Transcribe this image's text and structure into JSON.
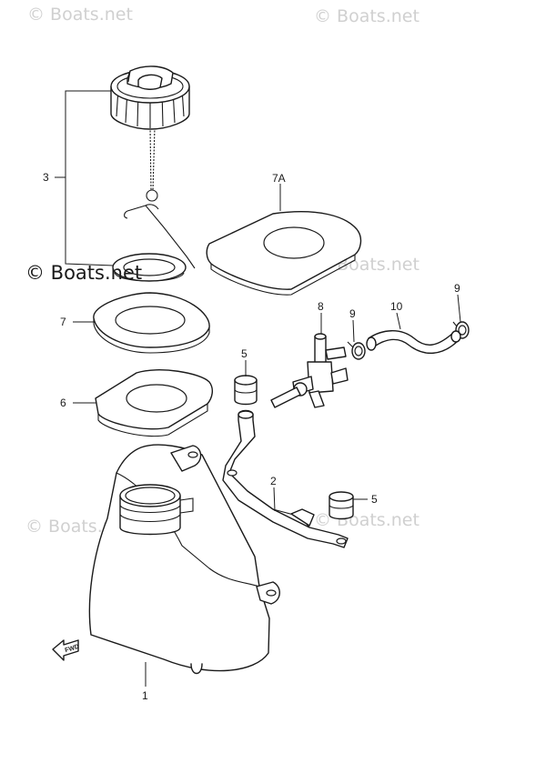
{
  "watermarks": {
    "top_left": "© Boats.net",
    "top_right": "© Boats.net",
    "main": "© Boats.net",
    "mid_right": "© Boats.net",
    "bottom_left": "© Boats.net",
    "bottom_right": "© Boats.net"
  },
  "callouts": {
    "p1": "1",
    "p2": "2",
    "p3": "3",
    "p5_upper": "5",
    "p5_lower": "5",
    "p6": "6",
    "p7": "7",
    "p7a": "7A",
    "p8": "8",
    "p9_left": "9",
    "p9_right": "9",
    "p10": "10"
  },
  "fwd_label": "FWD"
}
